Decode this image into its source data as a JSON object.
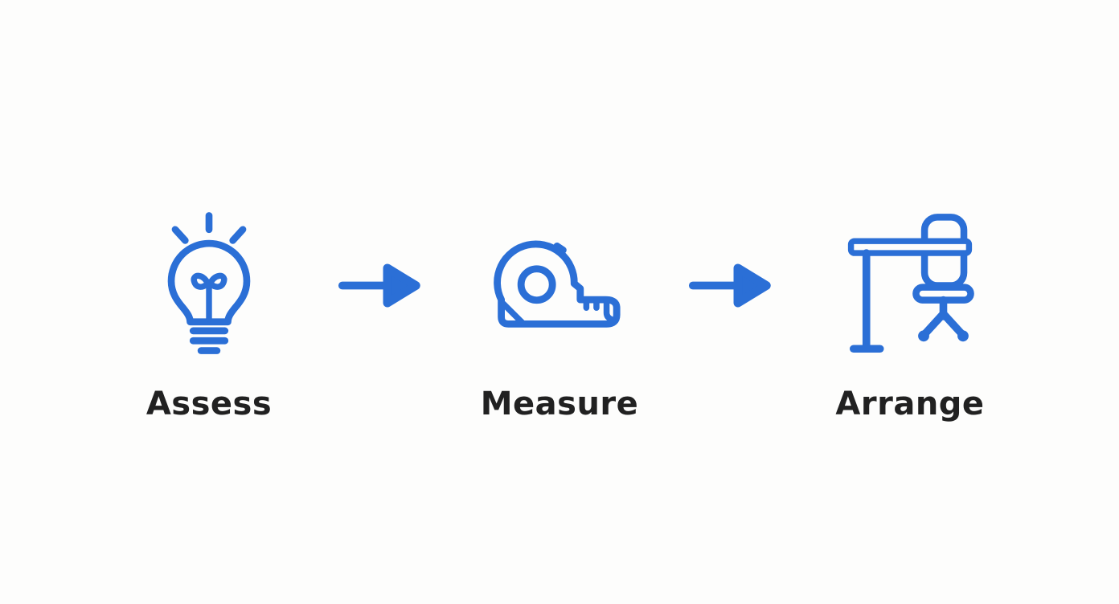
{
  "colors": {
    "accent": "#2b6fd6",
    "text": "#212121",
    "background": "#fdfdfc"
  },
  "flow": {
    "steps": [
      {
        "label": "Assess",
        "icon": "lightbulb-icon"
      },
      {
        "label": "Measure",
        "icon": "tape-measure-icon"
      },
      {
        "label": "Arrange",
        "icon": "desk-chair-icon"
      }
    ],
    "connectors": [
      {
        "icon": "right-arrow-icon"
      },
      {
        "icon": "right-arrow-icon"
      }
    ]
  }
}
